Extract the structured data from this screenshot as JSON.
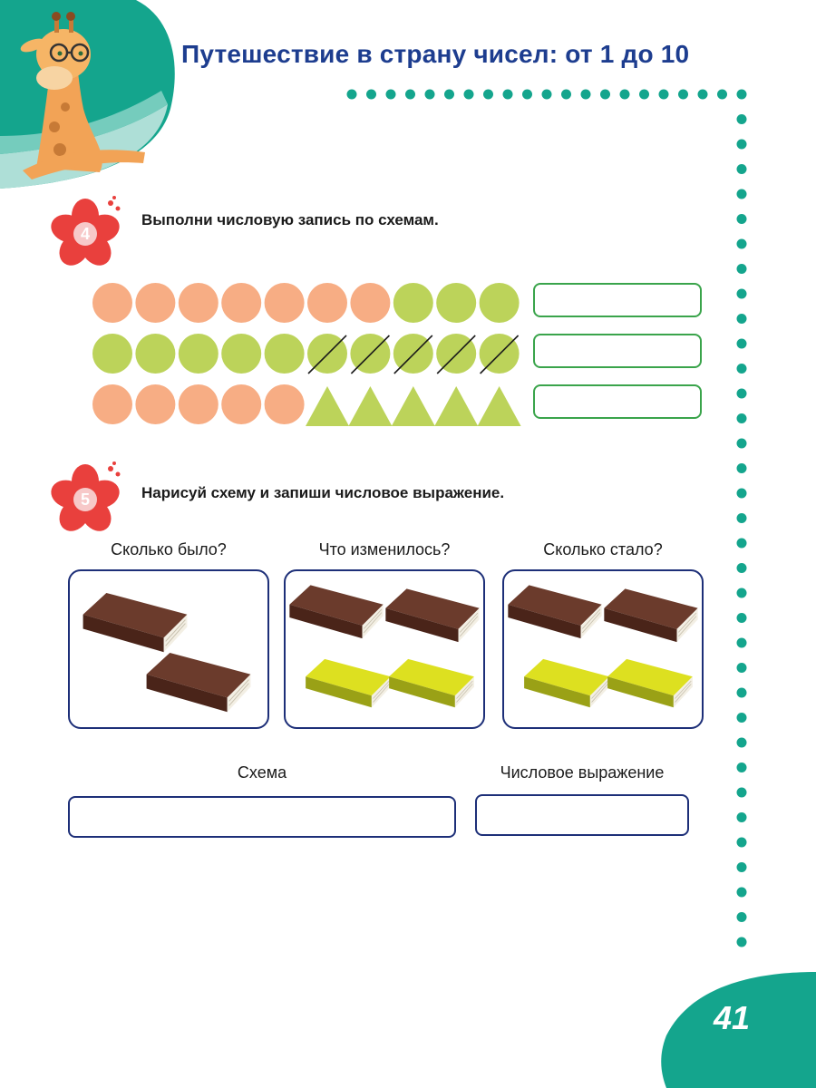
{
  "header": {
    "title": "Путешествие в страну чисел: от 1 до 10"
  },
  "colors": {
    "teal": "#14a58d",
    "title_blue": "#1d3d8f",
    "flower_red": "#e9403d",
    "orange_circle": "#f7ad84",
    "green_shape": "#bcd35a",
    "answer_border": "#3aa44b",
    "frame_border": "#1d2f78",
    "brown_book": "#6b3b2c",
    "yellow_book": "#dde020"
  },
  "task4": {
    "number": "4",
    "instruction": "Выполни числовую запись по схемам.",
    "rows": [
      {
        "shapes": [
          "orange",
          "orange",
          "orange",
          "orange",
          "orange",
          "orange",
          "orange",
          "green",
          "green",
          "green"
        ]
      },
      {
        "shapes": [
          "green",
          "green",
          "green",
          "green",
          "green",
          "green-crossed",
          "green-crossed",
          "green-crossed",
          "green-crossed",
          "green-crossed"
        ]
      },
      {
        "shapes": [
          "orange",
          "orange",
          "orange",
          "orange",
          "orange",
          "triangle",
          "triangle",
          "triangle",
          "triangle",
          "triangle"
        ]
      }
    ]
  },
  "task5": {
    "number": "5",
    "instruction": "Нарисуй схему и запиши числовое выражение.",
    "columns": [
      {
        "label": "Сколько было?",
        "books": [
          "brown",
          "brown"
        ]
      },
      {
        "label": "Что изменилось?",
        "books": [
          "brown",
          "brown",
          "yellow",
          "yellow"
        ]
      },
      {
        "label": "Сколько стало?",
        "books": [
          "brown",
          "brown",
          "yellow",
          "yellow"
        ]
      }
    ],
    "scheme_label": "Схема",
    "expression_label": "Числовое выражение"
  },
  "footer": {
    "page_number": "41"
  },
  "icons": {
    "mascot": "giraffe-icon",
    "task_badge": "hibiscus-flower-icon",
    "book": "book-icon"
  }
}
